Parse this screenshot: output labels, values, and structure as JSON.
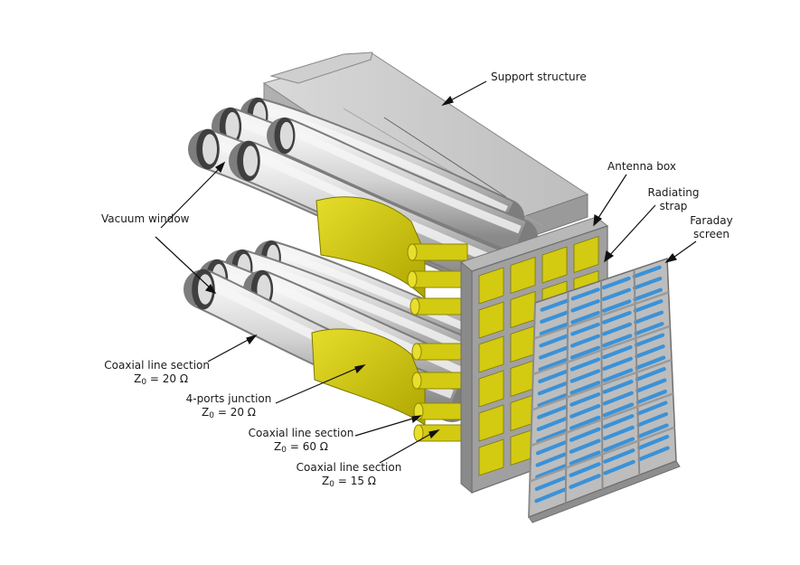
{
  "diagram": {
    "colors": {
      "support": "#c9c9c9",
      "support_dark": "#8e8e8e",
      "coax": "#d0d0d0",
      "coax_dark": "#7d7d7d",
      "ring": "#3f3f3f",
      "junction": "#cdc40a",
      "junction_dark": "#8f8700",
      "frame": "#9a9a9a",
      "strap": "#d3ca12",
      "screen_bar": "#3a92d8",
      "screen_frame": "#b9b9b9",
      "leader": "#111111"
    },
    "labels": {
      "support_structure": "Support structure",
      "antenna_box": "Antenna box",
      "radiating_strap_1": "Radiating",
      "radiating_strap_2": "strap",
      "faraday_screen_1": "Faraday",
      "faraday_screen_2": "screen",
      "vacuum_window": "Vacuum window",
      "coax_20_title": "Coaxial line section",
      "coax_20_z_prefix": "Z",
      "coax_20_z_sub": "0",
      "coax_20_z_value": " = 20 Ω",
      "junction_title": "4-ports junction",
      "junction_z_prefix": "Z",
      "junction_z_sub": "0",
      "junction_z_value": " = 20 Ω",
      "coax_60_title": "Coaxial line section",
      "coax_60_z_prefix": "Z",
      "coax_60_z_sub": "0",
      "coax_60_z_value": " = 60 Ω",
      "coax_15_title": "Coaxial line section",
      "coax_15_z_prefix": "Z",
      "coax_15_z_sub": "0",
      "coax_15_z_value": " = 15 Ω"
    }
  }
}
